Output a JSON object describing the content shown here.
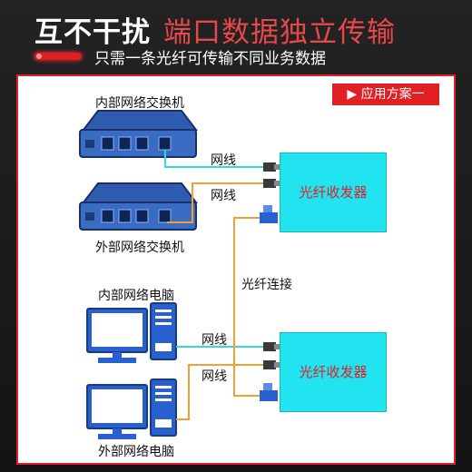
{
  "header": {
    "title_strong": "互不干扰",
    "title_rest": "端口数据独立传输",
    "subtitle": "只需一条光纤可传输不同业务数据"
  },
  "badge": "▶ 应用方案一",
  "devices": {
    "switch_inner": "内部网络交换机",
    "switch_outer": "外部网络交换机",
    "pc_inner": "内部网络电脑",
    "pc_outer": "外部网络电脑",
    "transceiver": "光纤收发器"
  },
  "links": {
    "cable": "网线",
    "fiber": "光纤连接"
  },
  "colors": {
    "accent": "#e02024",
    "inner_cable": "#34d7e6",
    "outer_cable": "#f2a036",
    "transceiver": "#22e3f0"
  }
}
